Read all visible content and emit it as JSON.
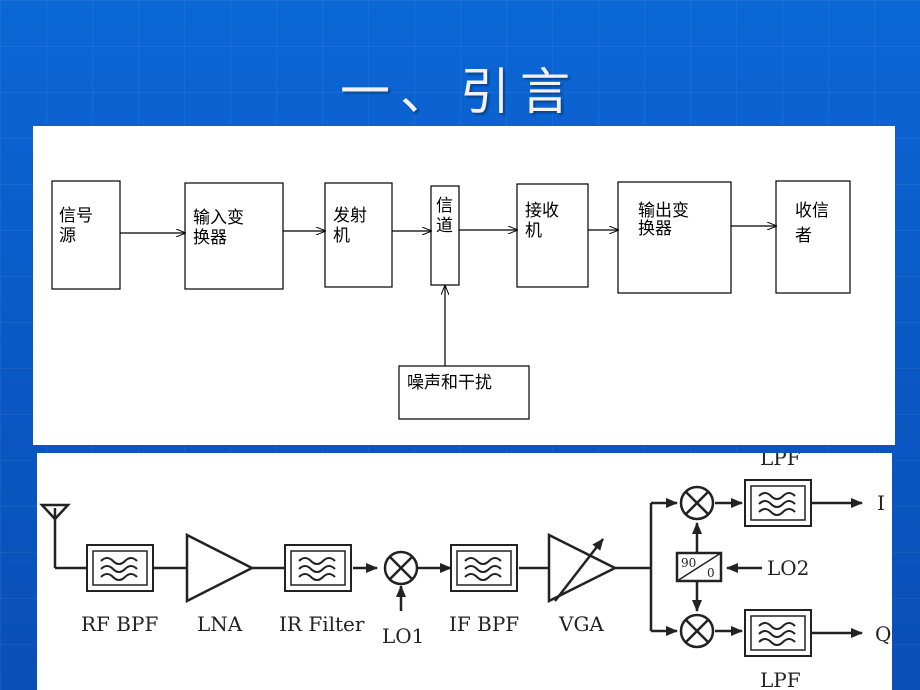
{
  "slide": {
    "title": "一、引言"
  },
  "block_diagram": {
    "source": [
      "信号",
      "源"
    ],
    "input_transducer": [
      "输入变",
      "换器"
    ],
    "transmitter": [
      "发射",
      "机"
    ],
    "channel": [
      "信",
      "道"
    ],
    "receiver": [
      "接收",
      "机"
    ],
    "output_transducer": [
      "输出变",
      "换器"
    ],
    "sink": [
      "收信",
      "者"
    ],
    "noise": "噪声和干扰"
  },
  "rf_chain": {
    "rf_bpf": "RF BPF",
    "lna": "LNA",
    "ir_filter": "IR Filter",
    "lo1": "LO1",
    "if_bpf": "IF BPF",
    "vga": "VGA",
    "lpf_top": "LPF",
    "lpf_bottom": "LPF",
    "lo2": "LO2",
    "out_i": "I",
    "out_q": "Q",
    "phase_90": "90",
    "phase_0": "0"
  }
}
